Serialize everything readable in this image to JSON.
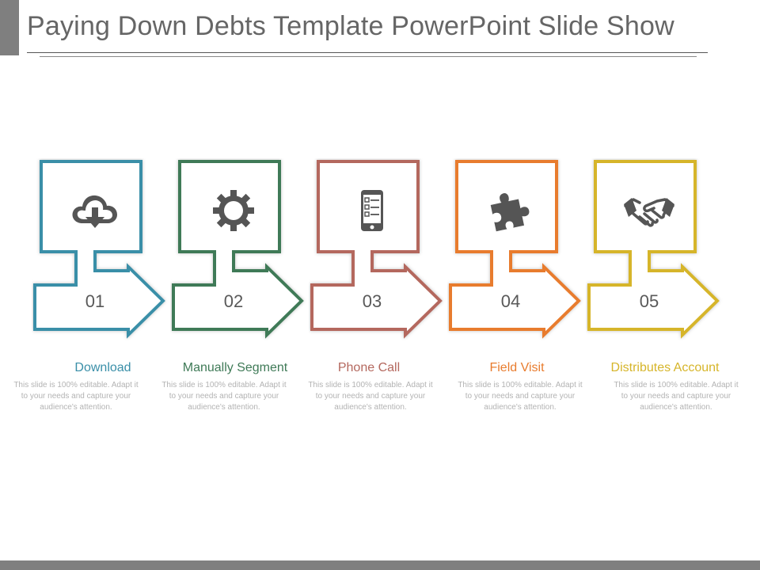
{
  "slide": {
    "title": "Paying Down Debts Template PowerPoint Slide Show"
  },
  "steps": [
    {
      "number": "01",
      "label": "Download",
      "description": "This slide is 100% editable. Adapt it to your needs and capture your audience's attention.",
      "color": "#3a8fa8",
      "icon": "cloud-download-icon"
    },
    {
      "number": "02",
      "label": "Manually  Segment",
      "description": "This slide is 100% editable. Adapt it to your needs and capture your audience's attention.",
      "color": "#3f7a57",
      "icon": "gear-icon"
    },
    {
      "number": "03",
      "label": "Phone Call",
      "description": "This slide is 100% editable. Adapt it to your needs and capture your audience's attention.",
      "color": "#b4685e",
      "icon": "mobile-checklist-icon"
    },
    {
      "number": "04",
      "label": "Field Visit",
      "description": "This slide is 100% editable. Adapt it to your needs and capture your audience's attention.",
      "color": "#e87c2e",
      "icon": "puzzle-piece-icon"
    },
    {
      "number": "05",
      "label": "Distributes Account",
      "description": "This slide is 100% editable. Adapt it to your needs and capture your audience's attention.",
      "color": "#d6b52a",
      "icon": "handshake-icon"
    }
  ]
}
